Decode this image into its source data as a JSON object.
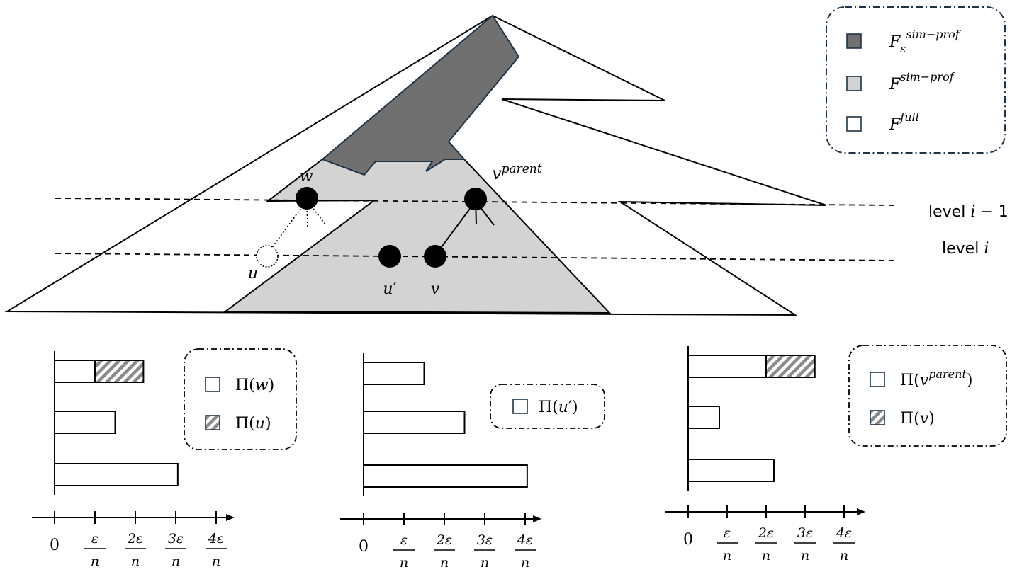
{
  "colors": {
    "eps_region": "#707070",
    "sim_region": "#d3d3d3",
    "full_region": "#ffffff",
    "legend_border": "#1f3347",
    "stroke": "#000000"
  },
  "tree_legend": [
    {
      "base": "F",
      "sub": "ε",
      "sup": "sim−prof",
      "swatch": "eps_region"
    },
    {
      "base": "F",
      "sub": "",
      "sup": "sim−prof",
      "swatch": "sim_region"
    },
    {
      "base": "F",
      "sub": "",
      "sup": "full",
      "swatch": "full_region"
    }
  ],
  "levels": {
    "upper": {
      "text": "level ",
      "var": "i",
      "tail": " − 1"
    },
    "lower": {
      "text": "level ",
      "var": "i",
      "tail": ""
    }
  },
  "nodes": {
    "w": {
      "base": "w",
      "mark": ""
    },
    "v_parent": {
      "base": "v",
      "sup": "parent"
    },
    "u": {
      "base": "u",
      "mark": ""
    },
    "u_prime": {
      "base": "u",
      "mark": "′"
    },
    "v": {
      "base": "v",
      "mark": ""
    }
  },
  "axis_ticks": [
    "0",
    "ε/n",
    "2ε/n",
    "3ε/n",
    "4ε/n"
  ],
  "panels": [
    {
      "id": "w",
      "bars": [
        {
          "plain": 1.0,
          "hatched": 1.2
        },
        {
          "plain": 1.5,
          "hatched": 0
        },
        {
          "plain": 3.05,
          "hatched": 0
        }
      ],
      "legend": [
        {
          "label": "Π(",
          "var": "w",
          "sup": "",
          "mark": "",
          "close": ")",
          "swatch": "plain"
        },
        {
          "label": "Π(",
          "var": "u",
          "sup": "",
          "mark": "",
          "close": ")",
          "swatch": "hatched"
        }
      ]
    },
    {
      "id": "u_prime",
      "bars": [
        {
          "plain": 1.5,
          "hatched": 0
        },
        {
          "plain": 2.5,
          "hatched": 0
        },
        {
          "plain": 4.05,
          "hatched": 0
        }
      ],
      "legend": [
        {
          "label": "Π(",
          "var": "u",
          "sup": "",
          "mark": "′",
          "close": ")",
          "swatch": "plain"
        }
      ]
    },
    {
      "id": "v_parent",
      "bars": [
        {
          "plain": 2.0,
          "hatched": 1.25
        },
        {
          "plain": 0.8,
          "hatched": 0
        },
        {
          "plain": 2.2,
          "hatched": 0
        }
      ],
      "legend": [
        {
          "label": "Π(",
          "var": "v",
          "sup": "parent",
          "mark": "",
          "close": ")",
          "swatch": "plain"
        },
        {
          "label": "Π(",
          "var": "v",
          "sup": "",
          "mark": "",
          "close": ")",
          "swatch": "hatched"
        }
      ]
    }
  ]
}
